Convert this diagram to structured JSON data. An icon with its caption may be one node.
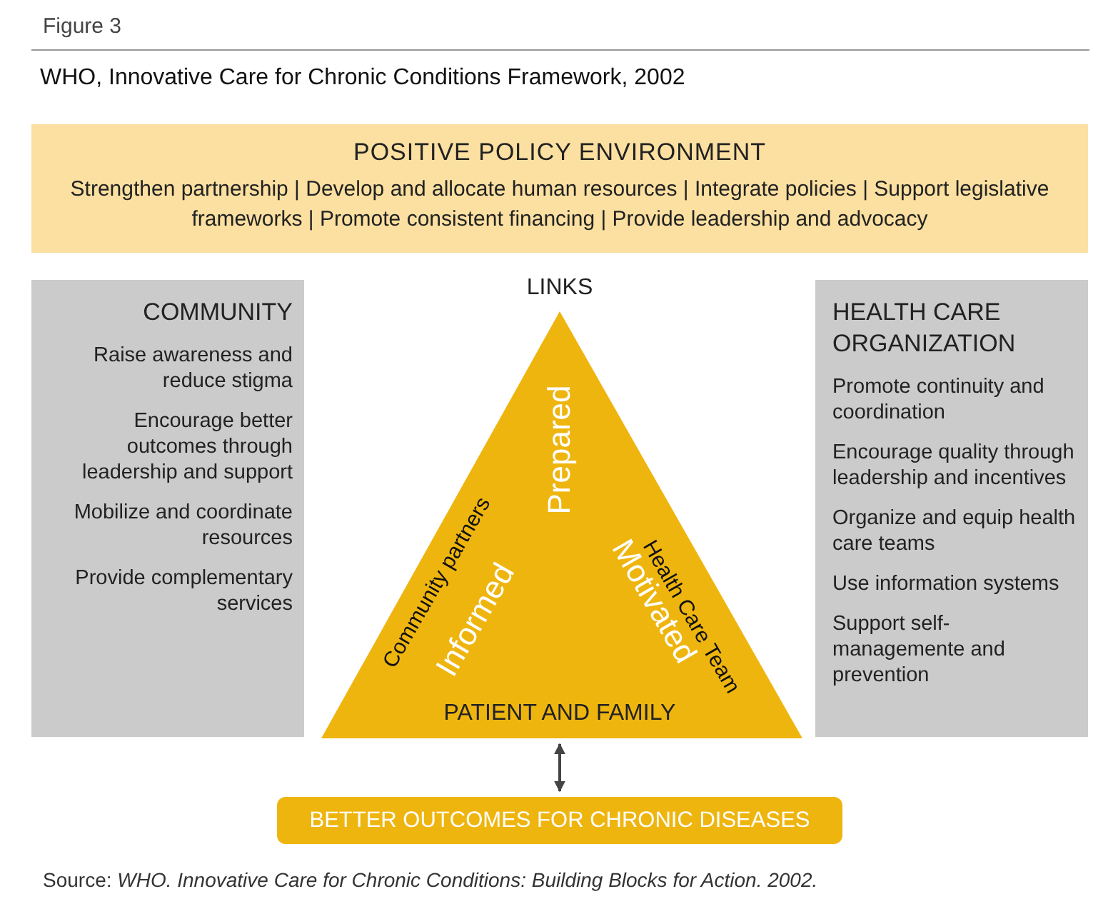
{
  "diagram": {
    "title": "WHO, Innovative Care for Chronic Conditions Framework, 2002",
    "caption": "Source: *WHO. Innovative Care for Chronic Conditions: Building Blocks for Action. 2002.*",
    "nodes": [
      {
        "text": [
          "POSITIVE POLICY ENVIRONMENT",
          "Strengthen partnership | Develop and allocate human resources | Integrate policies | Support legislative frameworks | Promote consistent financing | Provide leadership and advocacy"
        ]
      },
      {
        "text": [
          "COMMUNITY",
          "Raise awareness and reduce stigma",
          "Encourage better outcomes through leadership and support",
          "Mobilize and coordinate resources",
          "Provide complementary services"
        ]
      },
      {
        "text": [
          "HEALTH CARE ORGANIZATION",
          "Promote continuity and coordination",
          "Encourage quality through leadership and incentives",
          "Organize and equip health care teams",
          "Use information systems",
          "Support self-managemente and prevention"
        ]
      },
      {
        "text": [
          "LINKS",
          "Prepared",
          "Community partners",
          "Informed",
          "Health Care Team",
          "Motivated",
          "PATIENT AND FAMILY"
        ]
      },
      {
        "text": [
          "BETTER OUTCOMES FOR CHRONIC DISEASES"
        ]
      }
    ],
    "edges": [
      {
        "from": 3,
        "to": 4,
        "arrow": "both"
      }
    ],
    "labels": [
      "Figure 3"
    ]
  }
}
